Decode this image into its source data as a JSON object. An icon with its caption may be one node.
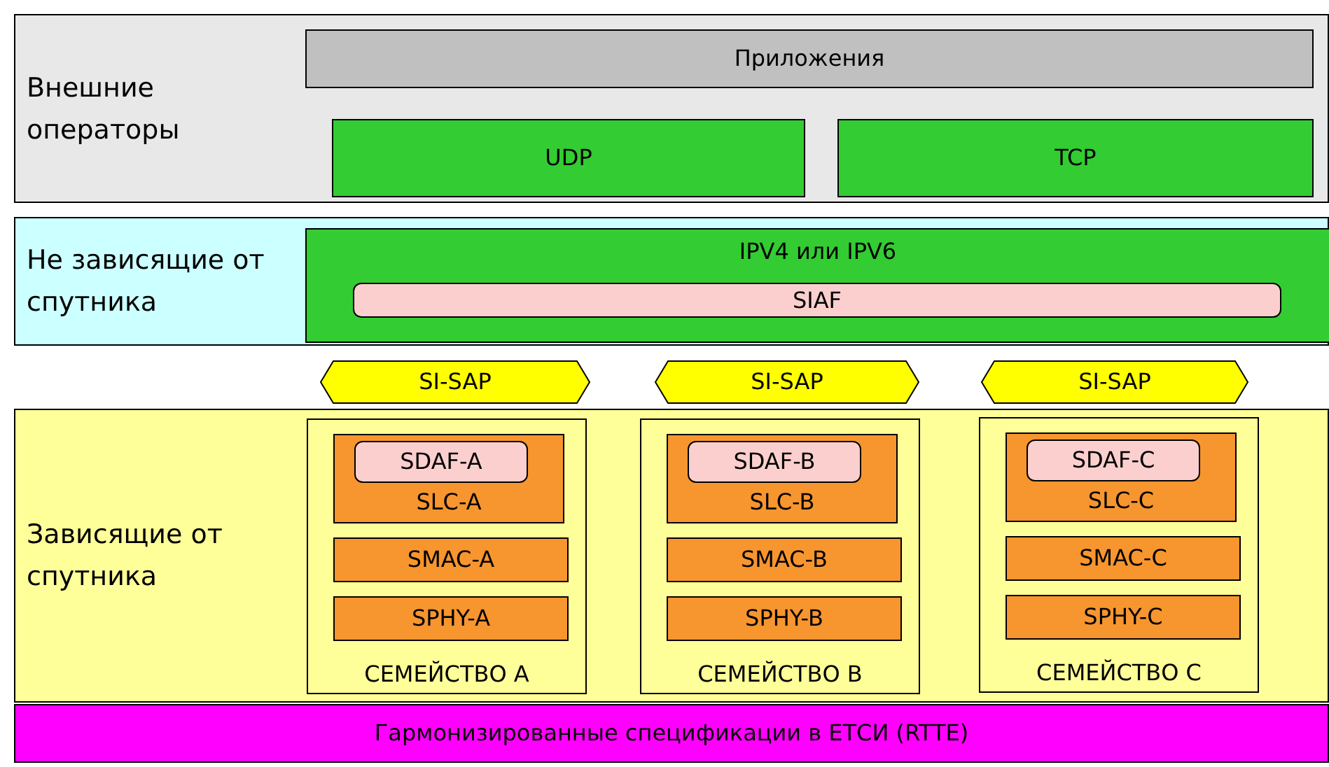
{
  "diagram": {
    "nodes": [
      {
        "text": [
          "Внешние операторы"
        ]
      },
      {
        "text": [
          "Приложения"
        ],
        "in": 0
      },
      {
        "text": [
          "UDP"
        ],
        "in": 0
      },
      {
        "text": [
          "TCP"
        ],
        "in": 0
      },
      {
        "text": [
          "Не зависящие от спутника"
        ]
      },
      {
        "text": [
          "IPV4 или IPV6"
        ],
        "in": 4
      },
      {
        "text": [
          "SIAF"
        ],
        "in": 5
      },
      {
        "text": [
          "SI-SAP"
        ]
      },
      {
        "text": [
          "SI-SAP"
        ]
      },
      {
        "text": [
          "SI-SAP"
        ]
      },
      {
        "text": [
          "Зависящие от спутника"
        ]
      },
      {
        "text": [
          "СЕМЕЙСТВО A"
        ],
        "in": 10
      },
      {
        "text": [
          "SLC-A"
        ],
        "in": 11
      },
      {
        "text": [
          "SDAF-A"
        ],
        "in": 12
      },
      {
        "text": [
          "SMAC-A"
        ],
        "in": 11
      },
      {
        "text": [
          "SPHY-A"
        ],
        "in": 11
      },
      {
        "text": [
          "СЕМЕЙСТВО B"
        ],
        "in": 10
      },
      {
        "text": [
          "SLC-B"
        ],
        "in": 16
      },
      {
        "text": [
          "SDAF-B"
        ],
        "in": 17
      },
      {
        "text": [
          "SMAC-B"
        ],
        "in": 16
      },
      {
        "text": [
          "SPHY-B"
        ],
        "in": 16
      },
      {
        "text": [
          "СЕМЕЙСТВО C"
        ],
        "in": 10
      },
      {
        "text": [
          "SLC-C"
        ],
        "in": 21
      },
      {
        "text": [
          "SDAF-C"
        ],
        "in": 22
      },
      {
        "text": [
          "SMAC-C"
        ],
        "in": 21
      },
      {
        "text": [
          "SPHY-C"
        ],
        "in": 21
      },
      {
        "text": [
          "Гармонизированные спецификации в ЕТСИ (RTTE)"
        ]
      }
    ]
  }
}
